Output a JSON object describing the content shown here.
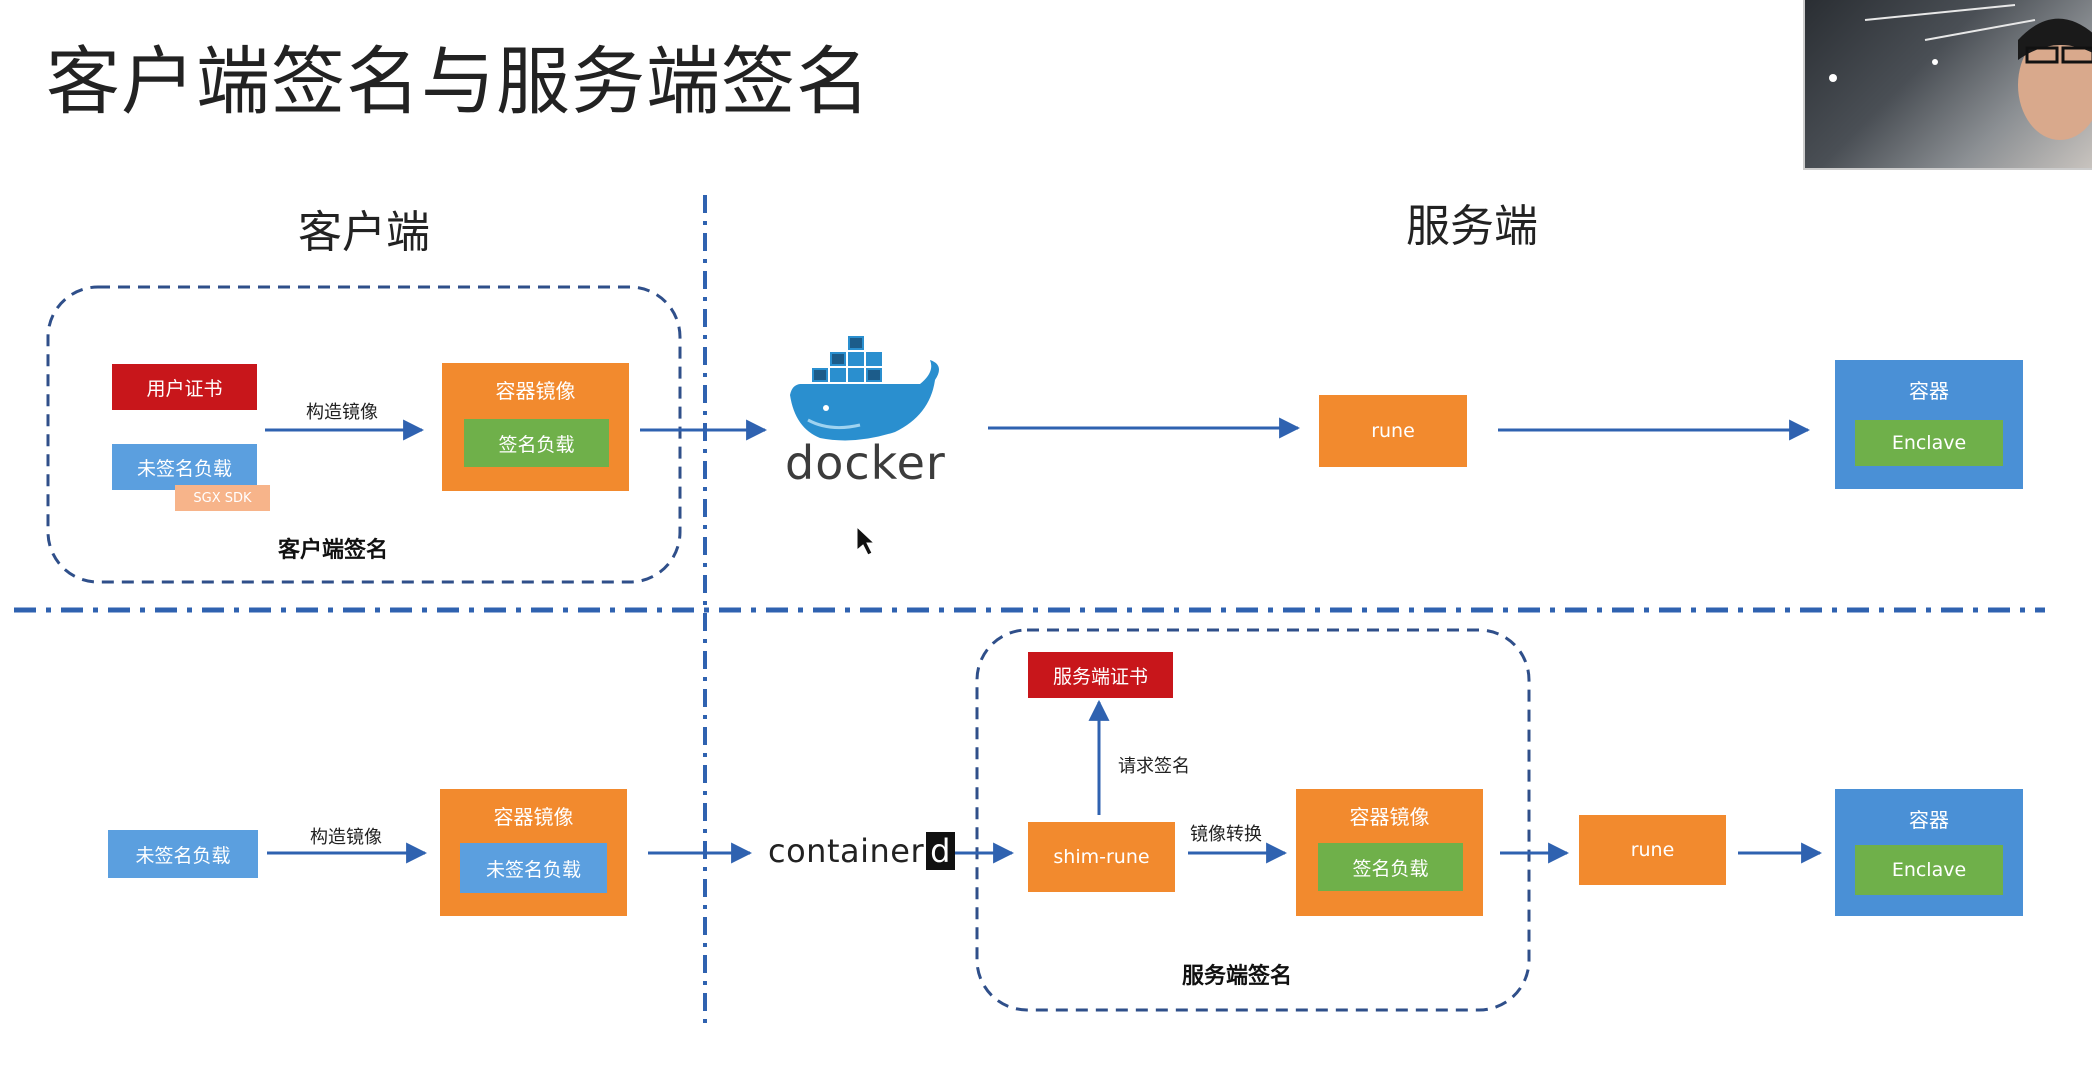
{
  "title": "客户端签名与服务端签名",
  "sections": {
    "client": "客户端",
    "server": "服务端"
  },
  "top": {
    "user_cert": "用户证书",
    "unsigned_payload": "未签名负载",
    "sgx_sdk": "SGX SDK",
    "build_image": "构造镜像",
    "container_image": "容器镜像",
    "signed_payload": "签名负载",
    "client_sign": "客户端签名",
    "docker": "docker",
    "rune": "rune",
    "container": "容器",
    "enclave": "Enclave"
  },
  "bottom": {
    "unsigned_payload": "未签名负载",
    "build_image": "构造镜像",
    "container_image": "容器镜像",
    "inner_unsigned_payload": "未签名负载",
    "containerd": "container",
    "containerd_mark": "d",
    "server_cert": "服务端证书",
    "request_sign": "请求签名",
    "shim_rune": "shim-rune",
    "image_convert": "镜像转换",
    "container_image2": "容器镜像",
    "signed_payload": "签名负载",
    "server_sign": "服务端签名",
    "rune": "rune",
    "container": "容器",
    "enclave": "Enclave"
  },
  "colors": {
    "red": "#c8161b",
    "blue": "#5b9fdf",
    "orange": "#f28a2e",
    "green": "#6fb04a",
    "dark_blue": "#4a90d6",
    "line": "#2f62b0"
  },
  "icons": [
    "docker-whale-icon",
    "webcam-feed",
    "mouse-cursor-icon"
  ]
}
